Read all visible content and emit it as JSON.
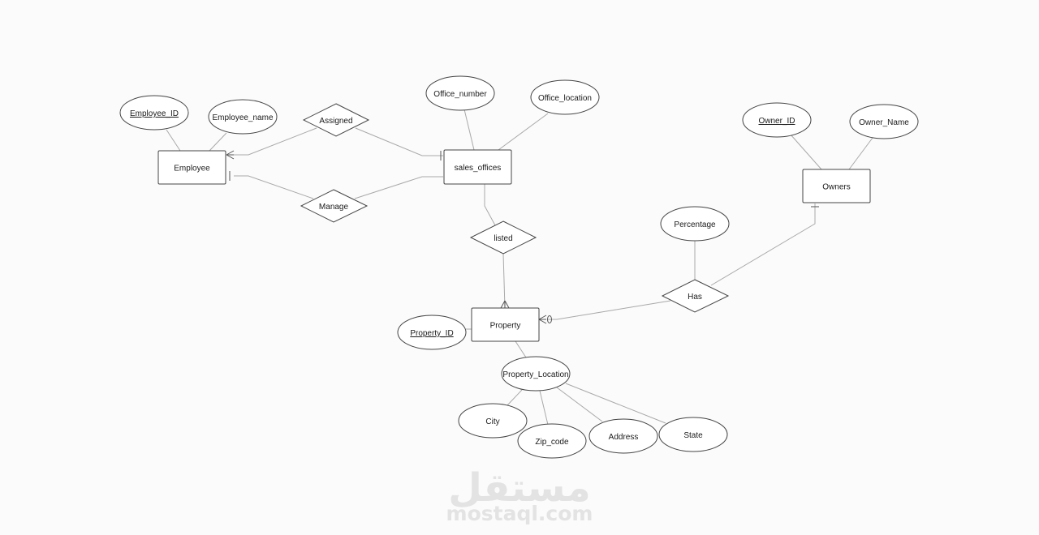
{
  "entities": {
    "employee": "Employee",
    "sales_offices": "sales_offices",
    "owners": "Owners",
    "property": "Property"
  },
  "relationships": {
    "assigned": "Assigned",
    "manage": "Manage",
    "listed": "listed",
    "has": "Has"
  },
  "attributes": {
    "employee_id": "Employee_ID",
    "employee_name": "Employee_name",
    "office_number": "Office_number",
    "office_location": "Office_location",
    "owner_id": "Owner_ID",
    "owner_name": "Owner_Name",
    "percentage": "Percentage",
    "property_id": "Property_ID",
    "property_location": "Property_Location",
    "city": "City",
    "zip_code": "Zip_code",
    "address": "Address",
    "state": "State"
  },
  "watermark": {
    "arabic": "مستقل",
    "latin": "mostaql.com"
  }
}
